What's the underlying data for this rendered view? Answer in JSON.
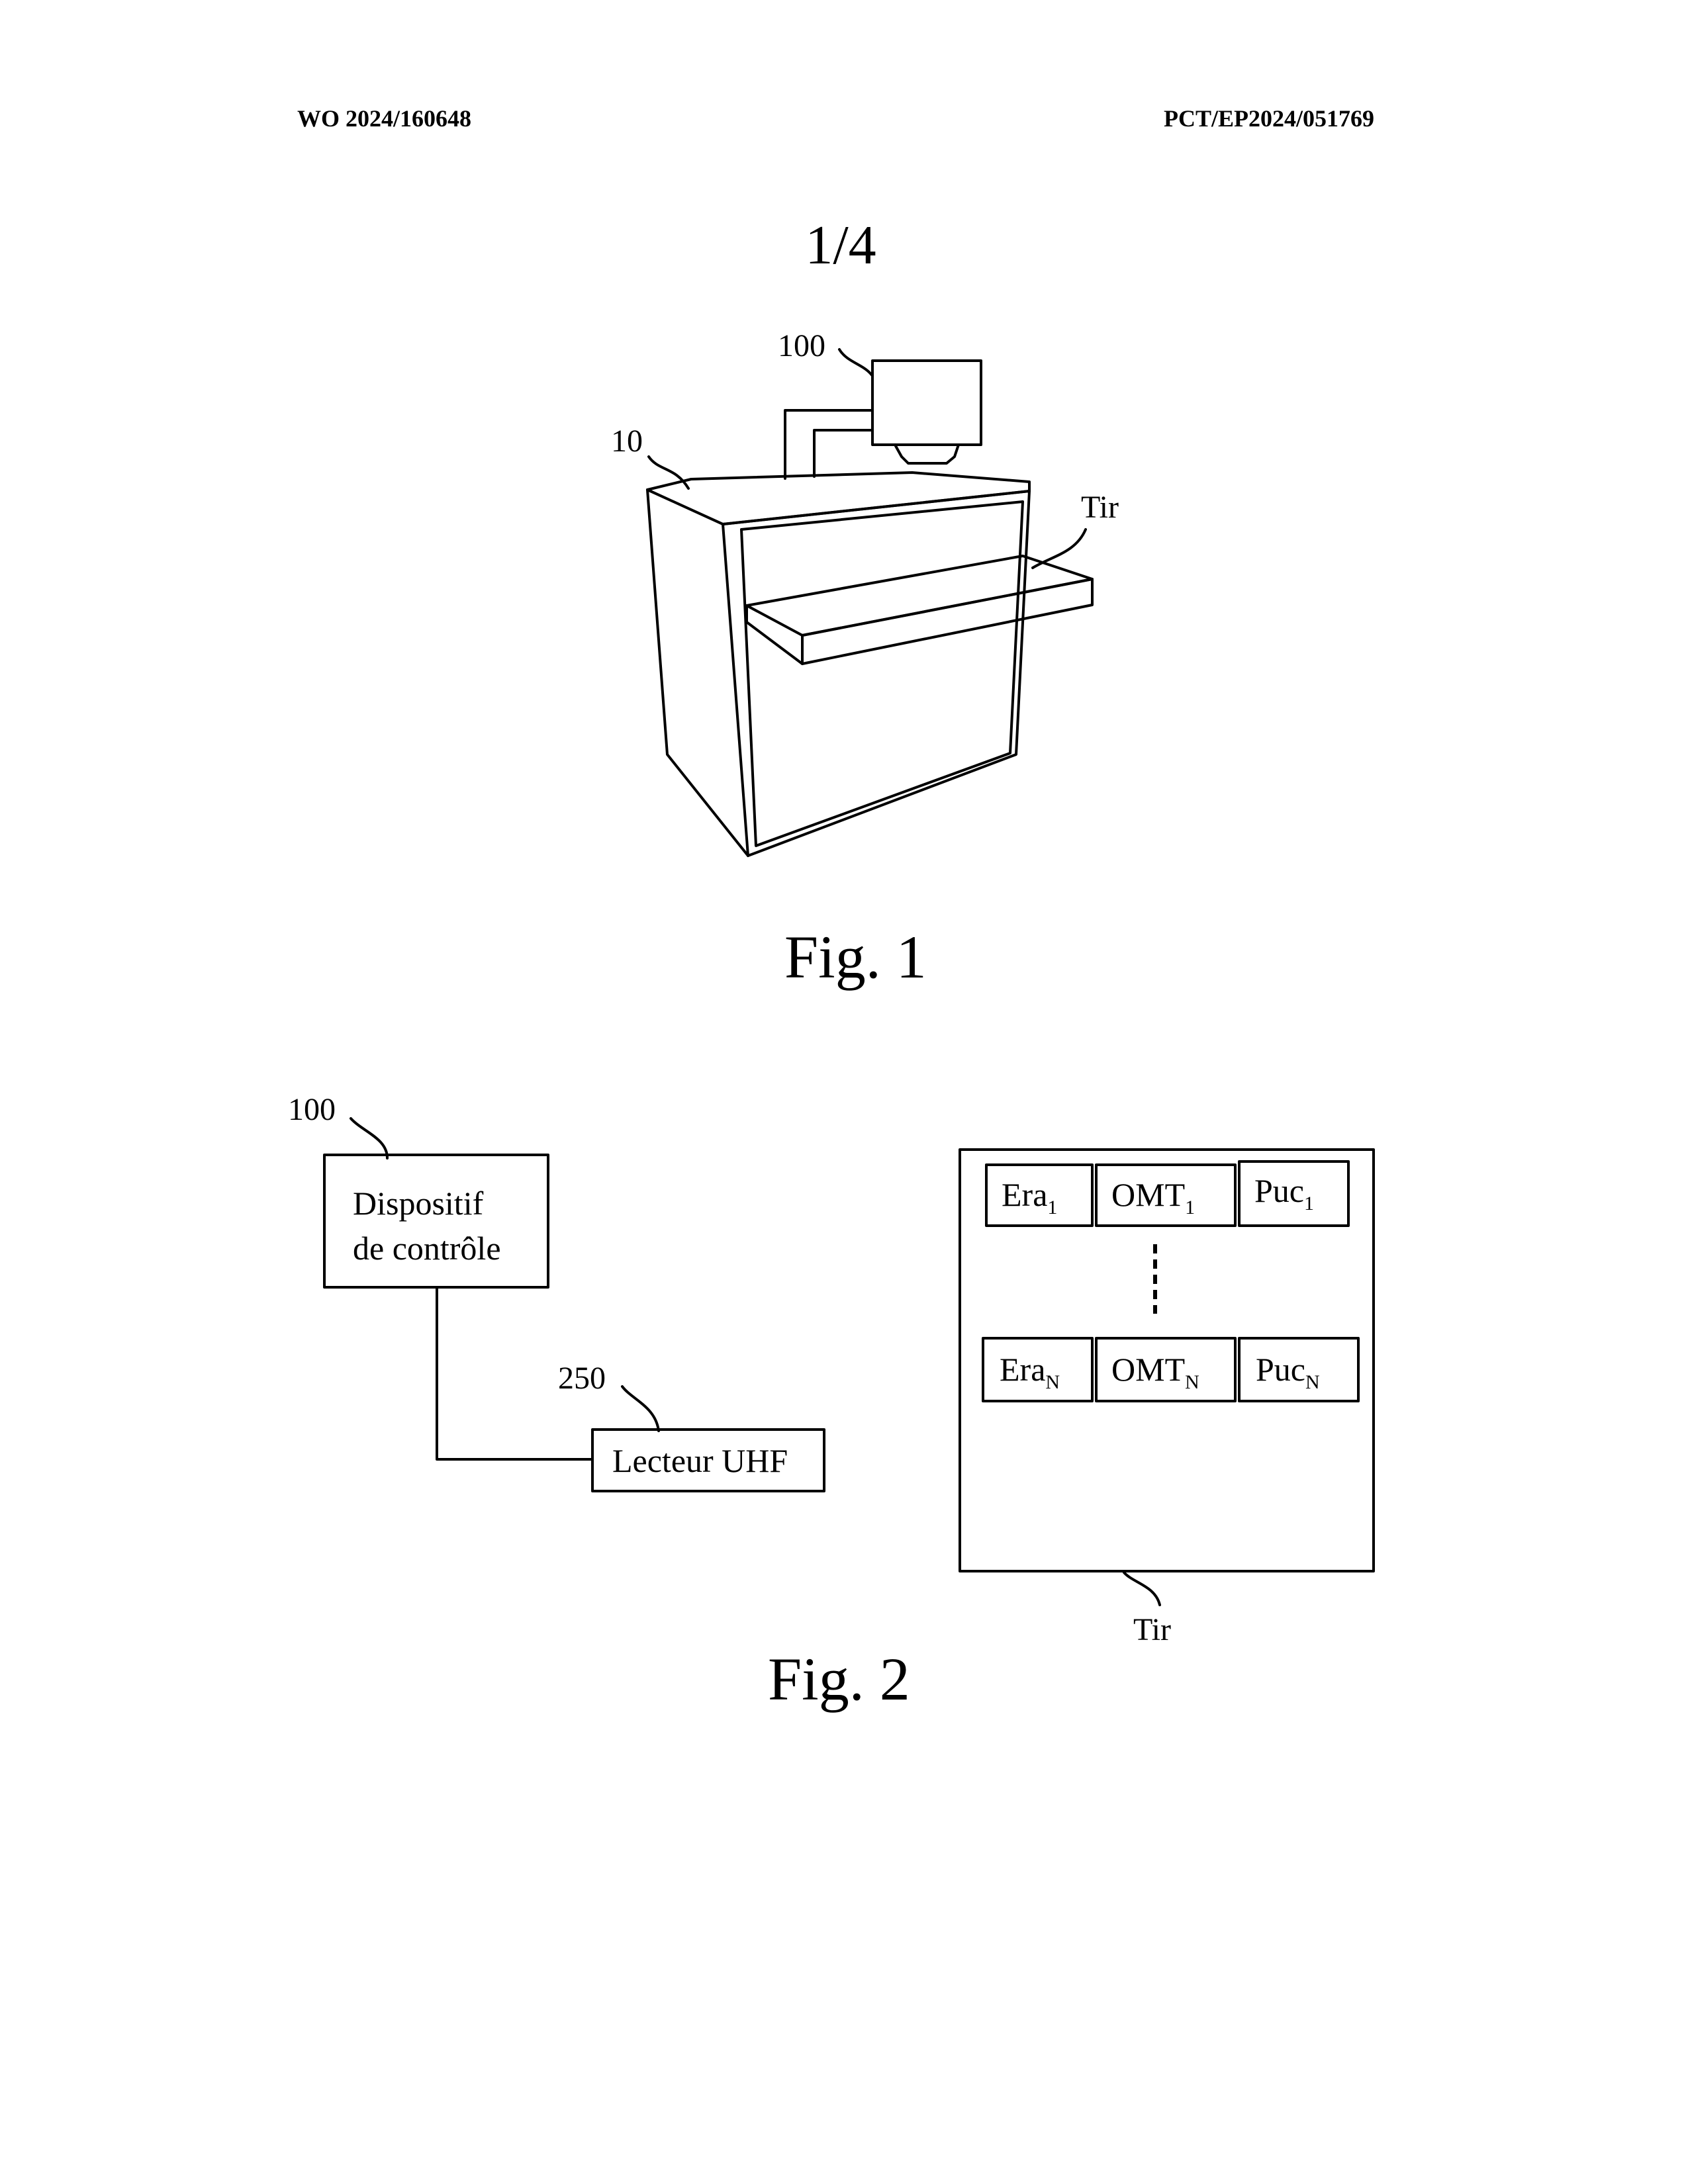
{
  "header": {
    "publication_number": "WO 2024/160648",
    "application_number": "PCT/EP2024/051769"
  },
  "sheet_number": "1/4",
  "figure1": {
    "caption": "Fig. 1",
    "refs": {
      "control_device": "100",
      "cabinet": "10",
      "drawer": "Tir"
    }
  },
  "figure2": {
    "caption": "Fig. 2",
    "control_device": {
      "ref": "100",
      "line1": "Dispositif",
      "line2": "de contrôle"
    },
    "reader": {
      "ref": "250",
      "label": "Lecteur UHF"
    },
    "drawer": {
      "ref": "Tir",
      "rows": [
        {
          "era": "Era",
          "omt": "OMT",
          "puc": "Puc",
          "sub": "1"
        },
        {
          "era": "Era",
          "omt": "OMT",
          "puc": "Puc",
          "sub": "N"
        }
      ]
    }
  }
}
